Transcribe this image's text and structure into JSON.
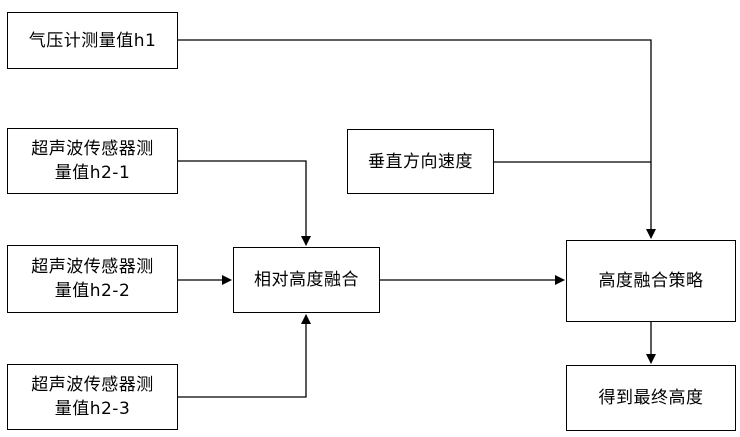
{
  "nodes": {
    "barometer": {
      "lines": [
        "气压计测量值h1"
      ]
    },
    "ultrasonic_1": {
      "lines": [
        "超声波传感器测",
        "量值h2-1"
      ]
    },
    "ultrasonic_2": {
      "lines": [
        "超声波传感器测",
        "量值h2-2"
      ]
    },
    "ultrasonic_3": {
      "lines": [
        "超声波传感器测",
        "量值h2-3"
      ]
    },
    "relative_fusion": {
      "lines": [
        "相对高度融合"
      ]
    },
    "vertical_velocity": {
      "lines": [
        "垂直方向速度"
      ]
    },
    "fusion_strategy": {
      "lines": [
        "高度融合策略"
      ]
    },
    "final_height": {
      "lines": [
        "得到最终高度"
      ]
    }
  },
  "edges": [
    {
      "from": "barometer",
      "to": "fusion_strategy"
    },
    {
      "from": "ultrasonic_1",
      "to": "relative_fusion"
    },
    {
      "from": "ultrasonic_2",
      "to": "relative_fusion"
    },
    {
      "from": "ultrasonic_3",
      "to": "relative_fusion"
    },
    {
      "from": "vertical_velocity",
      "to": "fusion_strategy"
    },
    {
      "from": "relative_fusion",
      "to": "fusion_strategy"
    },
    {
      "from": "fusion_strategy",
      "to": "final_height"
    }
  ]
}
